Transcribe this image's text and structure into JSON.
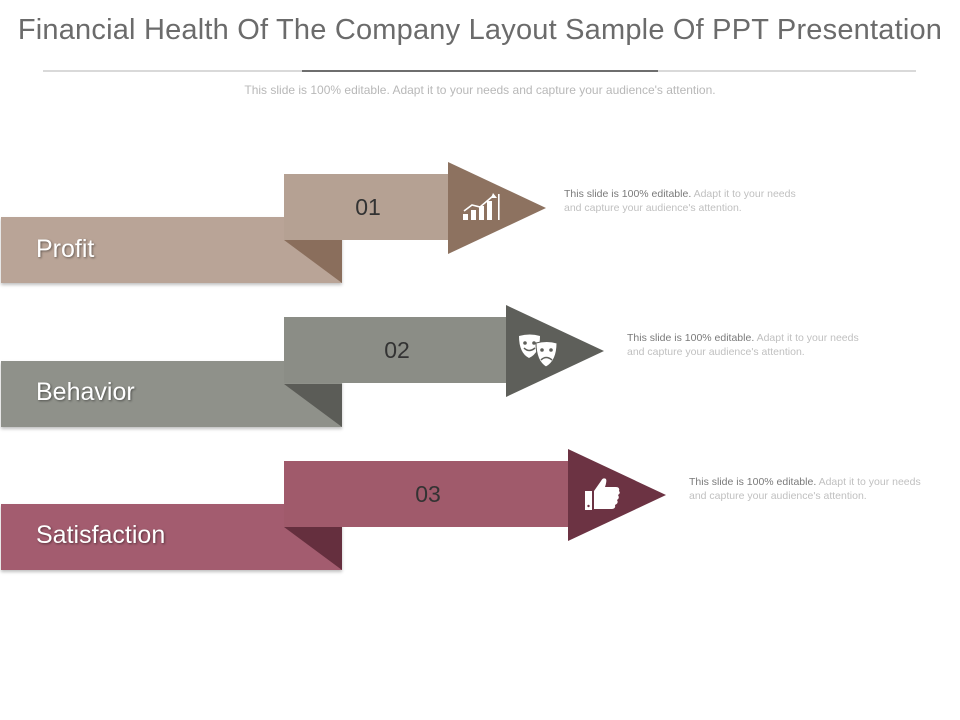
{
  "header": {
    "title": "Financial Health Of The Company Layout Sample Of PPT Presentation",
    "subtitle": "This slide is 100% editable. Adapt it to your needs and capture your audience's attention."
  },
  "rows": [
    {
      "label": "Profit",
      "number": "01",
      "icon": "growth-chart-icon",
      "desc_lead": "This slide is 100% editable.",
      "desc_rest": " Adapt it to your needs and capture your audience's attention.",
      "colors": {
        "label": "#b9a497",
        "fold": "#8a6e5c",
        "num": "#b5a193",
        "arrow": "#8d7260"
      }
    },
    {
      "label": "Behavior",
      "number": "02",
      "icon": "theater-masks-icon",
      "desc_lead": "This slide is 100% editable.",
      "desc_rest": " Adapt it to your needs and capture your audience's attention.",
      "colors": {
        "label": "#8f918a",
        "fold": "#5b5c57",
        "num": "#8b8d86",
        "arrow": "#5e5f5a"
      }
    },
    {
      "label": "Satisfaction",
      "number": "03",
      "icon": "thumbs-up-icon",
      "desc_lead": "This slide is 100% editable.",
      "desc_rest": " Adapt it to your needs and capture your audience's attention.",
      "colors": {
        "label": "#a35c6f",
        "fold": "#652f3e",
        "num": "#a05a6b",
        "arrow": "#6c3343"
      }
    }
  ]
}
